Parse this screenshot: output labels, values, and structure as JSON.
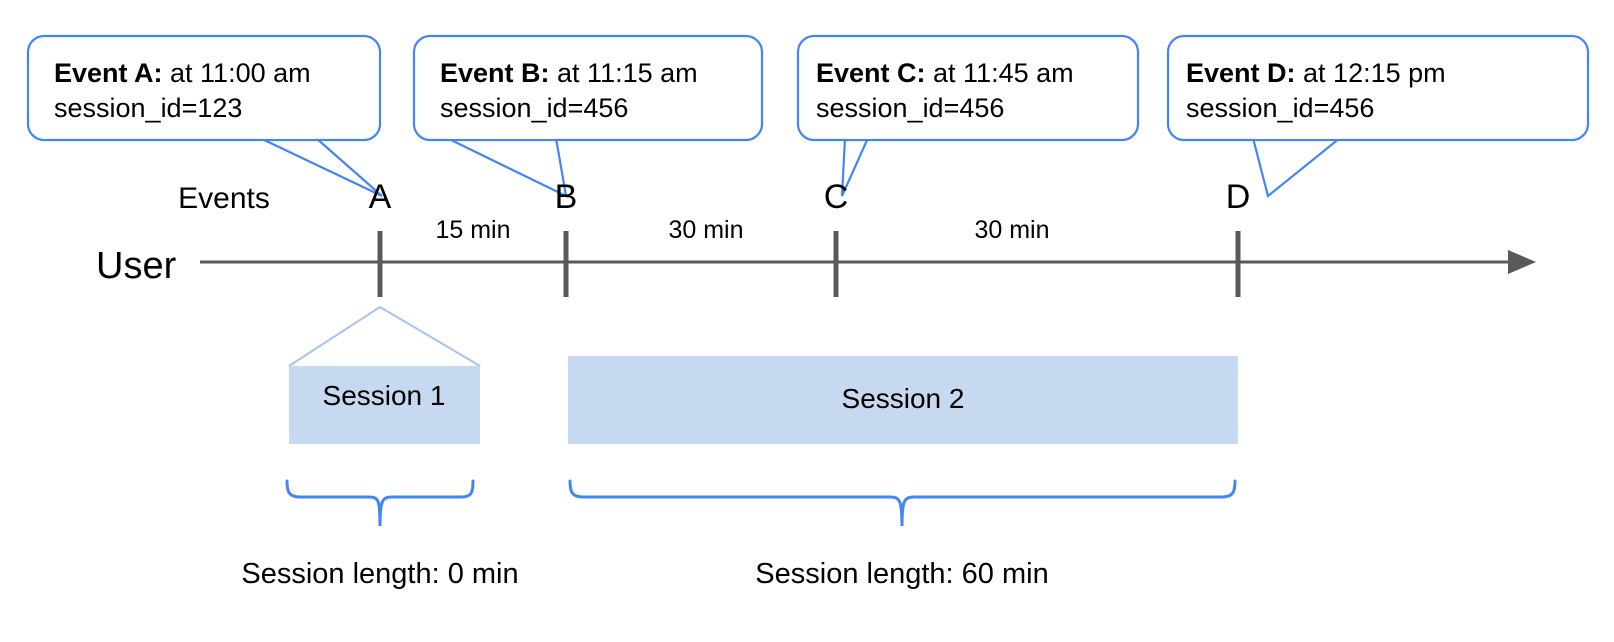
{
  "diagram": {
    "title": "User session timeline with event callouts",
    "colors": {
      "callout_border": "#4285f4",
      "session_bar": "#c6d9f1",
      "timeline": "#595959",
      "brace": "#4285f4",
      "tent_line": "#a7c4ef",
      "text": "#000000",
      "background": "#ffffff"
    },
    "row_labels": {
      "events": "Events",
      "user": "User"
    },
    "callouts": [
      {
        "id": "event-a",
        "label": "Event A:",
        "time_text": " at 11:00 am",
        "session_line": "session_id=123"
      },
      {
        "id": "event-b",
        "label": "Event B:",
        "time_text": " at 11:15 am",
        "session_line": "session_id=456"
      },
      {
        "id": "event-c",
        "label": "Event C:",
        "time_text": " at 11:45 am",
        "session_line": "session_id=456"
      },
      {
        "id": "event-d",
        "label": "Event D:",
        "time_text": " at 12:15 pm",
        "session_line": "session_id=456"
      }
    ],
    "events": [
      {
        "id": "event-marker-a",
        "letter": "A"
      },
      {
        "id": "event-marker-b",
        "letter": "B"
      },
      {
        "id": "event-marker-c",
        "letter": "C"
      },
      {
        "id": "event-marker-d",
        "letter": "D"
      }
    ],
    "gaps": [
      {
        "id": "gap-a-b",
        "label": "15 min"
      },
      {
        "id": "gap-b-c",
        "label": "30 min"
      },
      {
        "id": "gap-c-d",
        "label": "30 min"
      }
    ],
    "sessions": [
      {
        "id": "session-1",
        "label": "Session 1",
        "length_label": "Session length: 0 min"
      },
      {
        "id": "session-2",
        "label": "Session 2",
        "length_label": "Session length: 60 min"
      }
    ]
  }
}
